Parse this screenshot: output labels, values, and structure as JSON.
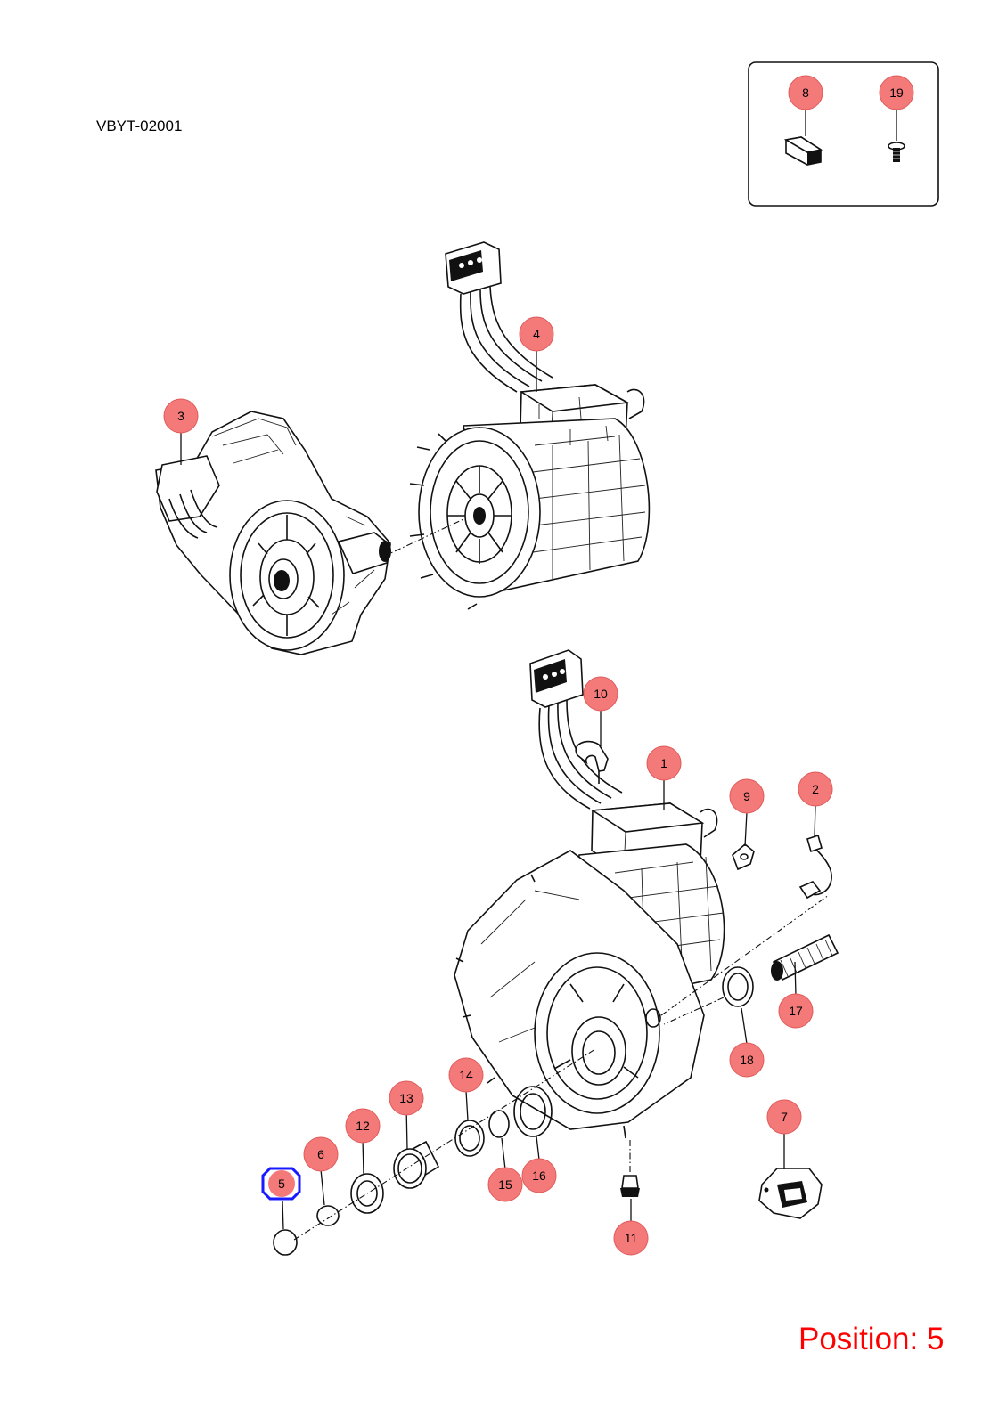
{
  "diagram_code": "VBYT-02001",
  "position_text": "Position: 5",
  "selected_callout": "5",
  "colors": {
    "callout_fill": "#f47a7a",
    "selection": "#1a1aff",
    "position_text": "#ff0000"
  },
  "callouts": {
    "c1": "1",
    "c2": "2",
    "c3": "3",
    "c4": "4",
    "c5": "5",
    "c6": "6",
    "c7": "7",
    "c8": "8",
    "c9": "9",
    "c10": "10",
    "c11": "11",
    "c12": "12",
    "c13": "13",
    "c14": "14",
    "c15": "15",
    "c16": "16",
    "c17": "17",
    "c18": "18",
    "c19": "19"
  }
}
